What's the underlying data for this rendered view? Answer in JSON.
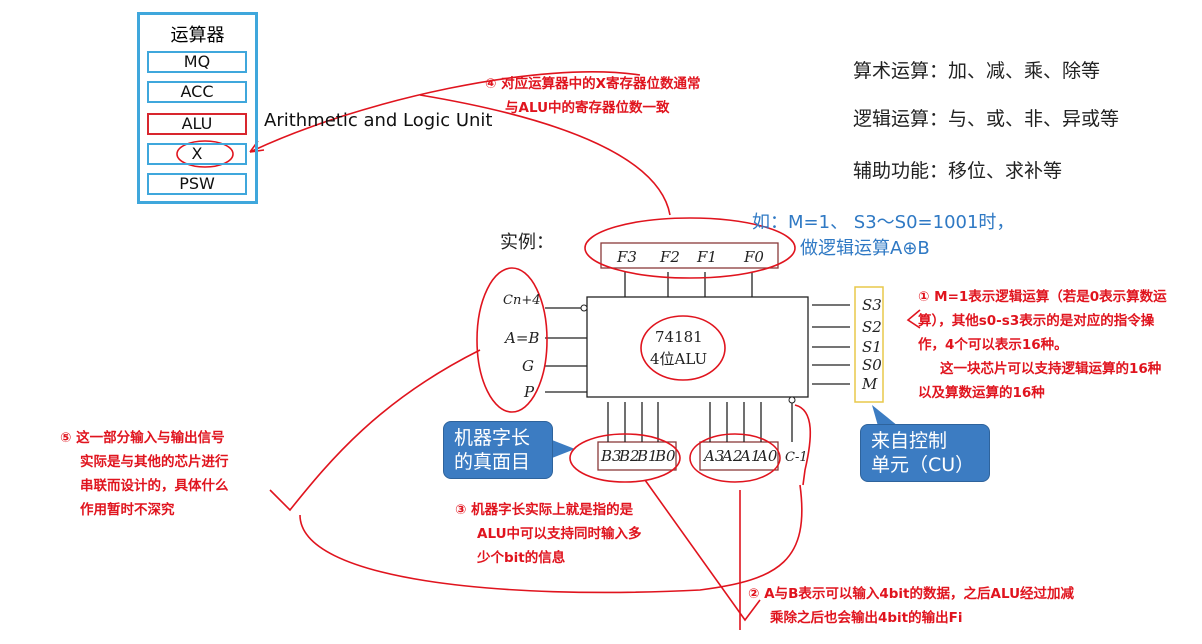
{
  "alu_box": {
    "title": "运算器",
    "registers": [
      "MQ",
      "ACC",
      "ALU",
      "X",
      "PSW"
    ]
  },
  "alu_full_name": "Arithmetic and Logic Unit",
  "functions": [
    "算术运算：加、减、乘、除等",
    "逻辑运算：与、或、非、异或等",
    "辅助功能：移位、求补等"
  ],
  "example": {
    "label": "实例：",
    "condition": "如：M=1、 S3～S0=1001时，",
    "operation": "做逻辑运算A⊕B"
  },
  "chip": {
    "model": "74181",
    "name": "4位ALU",
    "outputs": [
      "F3",
      "F2",
      "F1",
      "F0"
    ],
    "left_signals": [
      "Cn+4",
      "A=B",
      "G",
      "P"
    ],
    "control_signals": [
      "S3",
      "S2",
      "S1",
      "S0",
      "M"
    ],
    "b_inputs": [
      "B3",
      "B2",
      "B1",
      "B0"
    ],
    "a_inputs": [
      "A3",
      "A2",
      "A1",
      "A0"
    ],
    "carry_in": "C-1"
  },
  "callouts": {
    "word_length": [
      "机器字长",
      "的真面目"
    ],
    "control_unit": [
      "来自控制",
      "单元（CU）"
    ]
  },
  "notes": {
    "n1": [
      "① M=1表示逻辑运算（若是0表示算数运",
      "算），其他s0-s3表示的是对应的指令操",
      "作，4个可以表示16种。",
      "这一块芯片可以支持逻辑运算的16种",
      "以及算数运算的16种"
    ],
    "n2": [
      "② A与B表示可以输入4bit的数据，之后ALU经过加减",
      "乘除之后也会输出4bit的输出Fi"
    ],
    "n3": [
      "③ 机器字长实际上就是指的是",
      "ALU中可以支持同时输入多",
      "少个bit的信息"
    ],
    "n4": [
      "④ 对应运算器中的X寄存器位数通常",
      "与ALU中的寄存器位数一致"
    ],
    "n5": [
      "⑤ 这一部分输入与输出信号",
      "实际是与其他的芯片进行",
      "串联而设计的，具体什么",
      "作用暂时不深究"
    ]
  },
  "colors": {
    "blue_border": "#3fa7dc",
    "annotation_red": "#e0141e",
    "callout_blue": "#3c7cc2",
    "example_blue": "#2f79c4"
  }
}
